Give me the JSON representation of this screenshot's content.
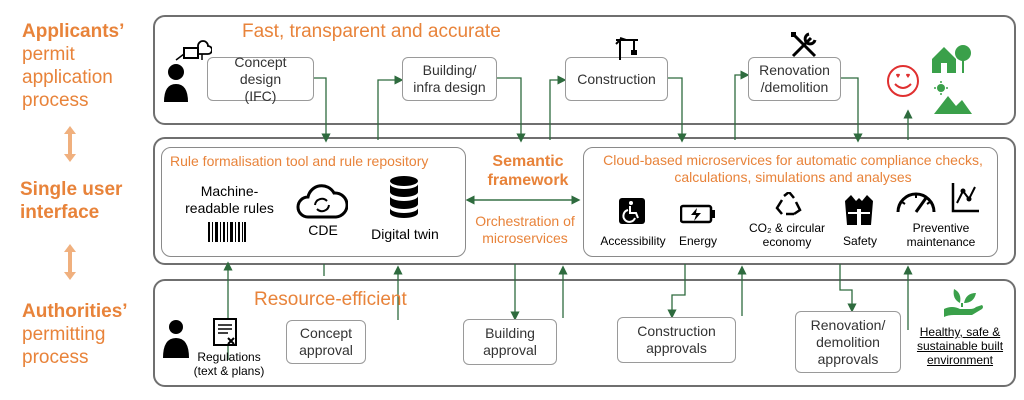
{
  "side_labels": {
    "applicants": {
      "bold": "Applicants’",
      "rest": [
        "permit",
        "application",
        "process"
      ]
    },
    "single": [
      "Single user",
      "interface"
    ],
    "authorities": {
      "bold": "Authorities’",
      "rest": [
        "permitting",
        "process"
      ]
    }
  },
  "top_band": {
    "title": "Fast, transparent and accurate",
    "stages": [
      "Concept design (IFC)",
      "Building/ infra design",
      "Construction",
      "Renovation /demolition"
    ]
  },
  "middle_band": {
    "rule_box": {
      "title": "Rule formalisation tool and rule repository",
      "items": [
        "Machine-readable rules",
        "CDE",
        "Digital twin"
      ]
    },
    "semantic": "Semantic framework",
    "orchestration": "Orchestration of microservices",
    "cloud_box": {
      "title": "Cloud-based microservices for automatic compliance checks, calculations, simulations and analyses",
      "services": [
        "Accessibility",
        "Energy",
        "CO₂ & circular economy",
        "Safety",
        "Preventive maintenance"
      ]
    }
  },
  "bottom_band": {
    "title": "Resource-efficient",
    "regulations": "Regulations (text & plans)",
    "stages": [
      "Concept approval",
      "Building approval",
      "Construction approvals",
      "Renovation/ demolition approvals"
    ],
    "outcome": "Healthy, safe & sustainable built environment"
  },
  "colors": {
    "accent": "#e8833a",
    "link": "#2e6b3e",
    "green": "#3aa04a",
    "border": "#6f6f6f"
  }
}
